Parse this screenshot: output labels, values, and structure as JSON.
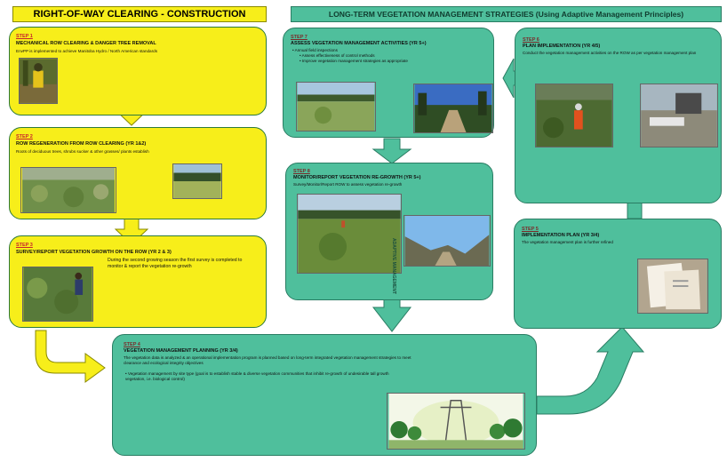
{
  "left_banner": "RIGHT-OF-WAY CLEARING - CONSTRUCTION",
  "right_banner": "LONG-TERM VEGETATION MANAGEMENT STRATEGIES (Using Adaptive Management Principles)",
  "step1": {
    "label": "STEP 1",
    "title": "MECHANICAL ROW CLEARING & DANGER TREE REMOVAL",
    "text": "EnvPP is implemented to achieve Manitoba Hydro / North American standards"
  },
  "step2": {
    "label": "STEP 2",
    "title": "ROW REGENERATION FROM ROW CLEARING (YR 1&2)",
    "text": "Roots of deciduous trees, shrubs sucker & other grasses/ plants establish"
  },
  "step3": {
    "label": "STEP 3",
    "title": "SURVEY/REPORT VEGETATION GROWTH ON THE ROW (YR 2 & 3)",
    "text": "During the second growing season the first survey is completed to monitor & report the vegetation re-growth"
  },
  "step4": {
    "label": "STEP 4",
    "title": "VEGETATION MANAGEMENT PLANNING (YR 3/4)",
    "text": "The vegetation data is analyzed & an operational implementation program is planned based on long-term integrated vegetation management strategies to meet clearance and ecological integrity objectives",
    "bullet": "Vegetation management by site type (goal is to establish stable & diverse vegetation communities that inhibit re-growth of undesirable tall growth vegetation, i.e. biological control)"
  },
  "step5": {
    "label": "STEP 5",
    "title": "IMPLEMENTATION PLAN (YR 3/4)",
    "text": "The vegetation management plan is further refined"
  },
  "step6": {
    "label": "STEP 6",
    "title": "PLAN IMPLEMENTATION (YR 4/5)",
    "text": "Conduct the vegetation management activities on the ROW as per vegetation management plan"
  },
  "step7": {
    "label": "STEP 7",
    "title": "ASSESS VEGETATION MANAGEMENT ACTIVITIES (YR 5+)",
    "bullet1": "Annual field inspections",
    "sub1": "Assess effectiveness of control methods",
    "sub2": "Improve vegetation management strategies as appropriate"
  },
  "step8": {
    "label": "STEP 8",
    "title": "MONITOR/REPORT VEGETATION RE-GROWTH (YR 5+)",
    "text": "Survey/Monitor/Report ROW to assess vegetation re-growth"
  },
  "adaptive_label": "ADAPTIVE MANAGEMENT",
  "colors": {
    "yellow_box": "#f7ee1a",
    "green_box": "#4fbf9c",
    "step_label": "#c8232c"
  }
}
